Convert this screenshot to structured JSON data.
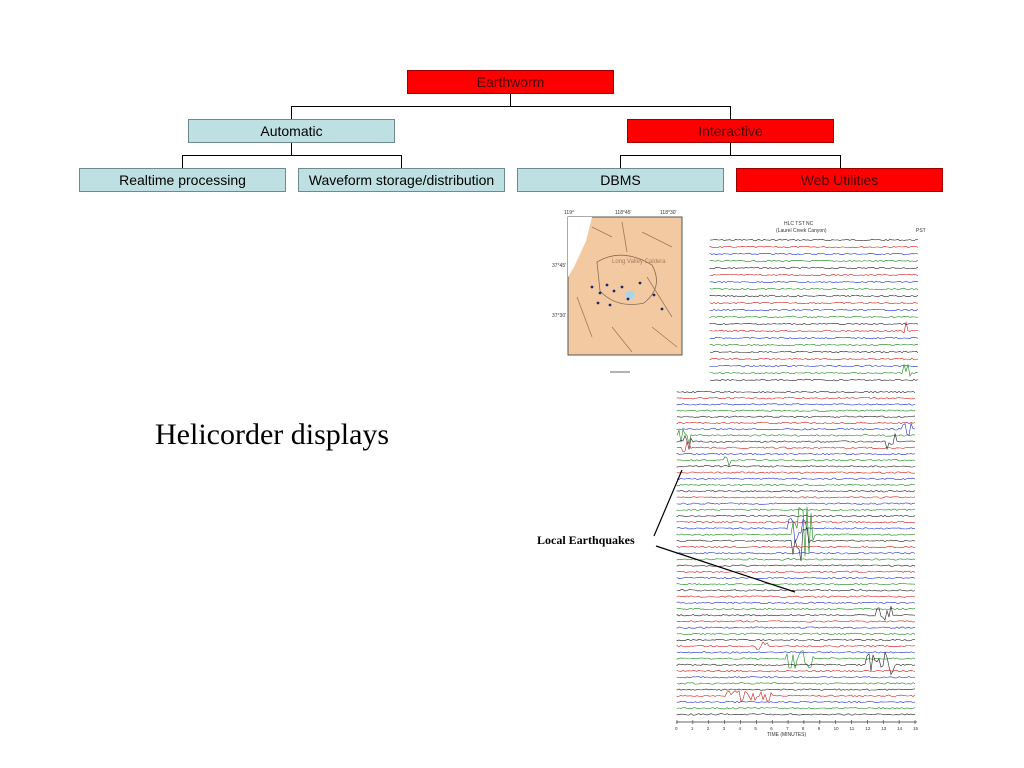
{
  "tree": {
    "root": "Earthworm",
    "automatic": "Automatic",
    "interactive": "Interactive",
    "realtime": "Realtime processing",
    "waveform": "Waveform storage/distribution",
    "dbms": "DBMS",
    "web": "Web Utilities"
  },
  "colors": {
    "highlight": "#ff0000",
    "normal": "#bfe0e2"
  },
  "slide_title": "Helicorder displays",
  "annotation": "Local Earthquakes",
  "map": {
    "region_label": "Long Valley Caldera",
    "lat_labels": [
      "37°45'",
      "37°30'"
    ],
    "lon_labels": [
      "119°",
      "118°45'",
      "118°30'"
    ]
  },
  "helicorder_top": {
    "header_line1": "HLC  TST  NC",
    "header_line2": "(Laurel Creek Canyon)",
    "right_header": "PST"
  },
  "helicorder_main": {
    "x_axis_label": "TIME (MINUTES)",
    "x_ticks": [
      "0",
      "1",
      "2",
      "3",
      "4",
      "5",
      "6",
      "7",
      "8",
      "9",
      "10",
      "11",
      "12",
      "13",
      "14",
      "15"
    ]
  }
}
